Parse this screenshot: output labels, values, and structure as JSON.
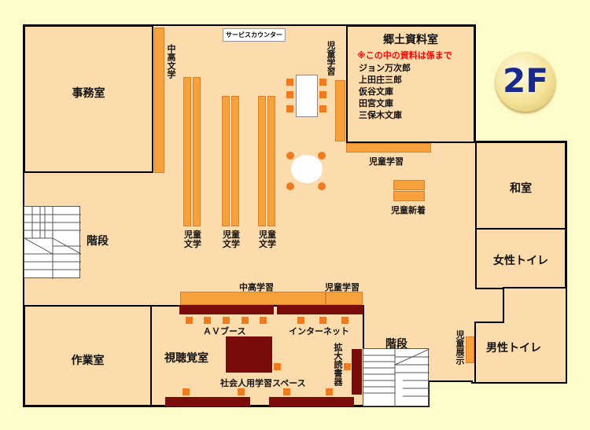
{
  "floor_badge": "2F",
  "rooms": {
    "office": "事務室",
    "local_history": "郷土資料室",
    "japanese_room": "和室",
    "womens_restroom": "女性トイレ",
    "mens_restroom": "男性トイレ",
    "workroom": "作業室",
    "av_room": "視聴覚室",
    "stairs_left": "階段",
    "stairs_right": "階段"
  },
  "local_history_note": "※この中の資料は係まで",
  "local_history_collections": [
    "ジョン万次郎",
    "上田庄三郎",
    "仮谷文庫",
    "田宮文庫",
    "三保木文庫"
  ],
  "labels": {
    "service_counter": "サービスカウンター",
    "teen_literature": "中高文学",
    "children_study_v": "児童学習",
    "children_study_h": "児童学習",
    "children_new": "児童新着",
    "children_lit_1": "児童文学",
    "children_lit_2": "児童文学",
    "children_lit_3": "児童文学",
    "teen_study": "中高学習",
    "children_study_bottom": "児童学習",
    "av_booth": "ＡＶブース",
    "internet": "インターネット",
    "magnifier": "拡大読書器",
    "adult_study_space": "社会人用学習スペース",
    "children_display": "児童展示"
  },
  "colors": {
    "background": "#fffccc",
    "floor": "#fcdcac",
    "shelf": "#f7a13c",
    "equipment": "#7a0c0c",
    "note": "#ff0000",
    "badge": "#1a2a8c"
  }
}
